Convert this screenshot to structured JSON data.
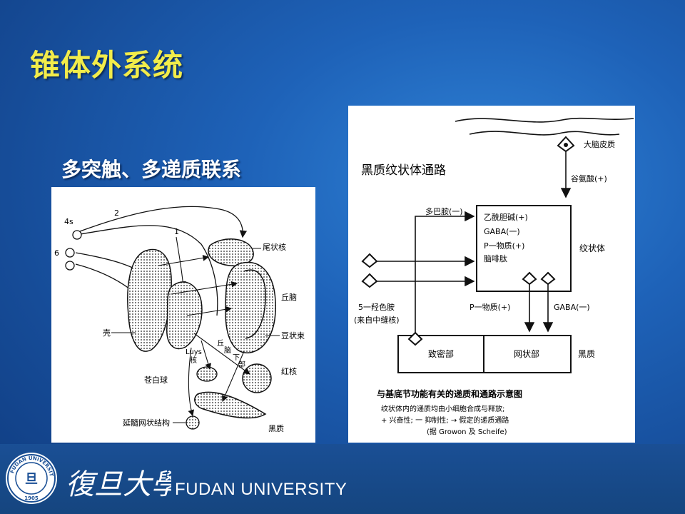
{
  "slide": {
    "title": "锥体外系统",
    "subtitle": "多突触、多递质联系"
  },
  "left_figure": {
    "labels": {
      "n4s": "4s",
      "n2": "2",
      "n1": "1",
      "n6": "6",
      "caudate": "尾状核",
      "thalamus": "丘脑",
      "putamen": "壳",
      "lenticular_fasciculus": "豆状束",
      "hypothalamus_a": "丘",
      "hypothalamus_b": "脑",
      "hypothalamus_c": "下",
      "hypothalamus_d": "部",
      "luys_a": "Luys",
      "luys_b": "核",
      "globus_pallidus": "苍白球",
      "red_nucleus": "红核",
      "reticular": "延髓网状结构",
      "substantia_nigra": "黑质"
    }
  },
  "right_figure": {
    "title": "黑质纹状体通路",
    "labels": {
      "cortex": "大脑皮质",
      "glutamate": "谷氨酸(+)",
      "dopamine": "多巴胺(一)",
      "ach": "乙酰胆碱(+)",
      "gaba_neg": "GABA(一)",
      "substance_p": "P一物质(+)",
      "enkephalin": "脑啡肽",
      "striatum": "纹状体",
      "serotonin_a": "5一羟色胺",
      "serotonin_b": "(来自中缝核)",
      "substance_p2": "P一物质(+)",
      "gaba2": "GABA(一)",
      "compact": "致密部",
      "reticulata": "网状部",
      "nigra": "黑质"
    },
    "caption": {
      "title": "与基底节功能有关的递质和通路示意图",
      "line1": "纹状体内的递质均由小细胞合成与释放;",
      "line2": "+ 兴奋性;  一 抑制性;  → 假定的递质通路",
      "line3": "(据 Growon 及 Scheife)"
    }
  },
  "footer": {
    "university": "FUDAN UNIVERSITY",
    "seal_top": "FUDAN UNIVERSITY",
    "seal_year": "1905",
    "seal_center": "旦",
    "calligraphy": "復旦大學"
  },
  "colors": {
    "title": "#f2ec4a",
    "background": "#1e62b8",
    "footer": "#1a4f95"
  }
}
